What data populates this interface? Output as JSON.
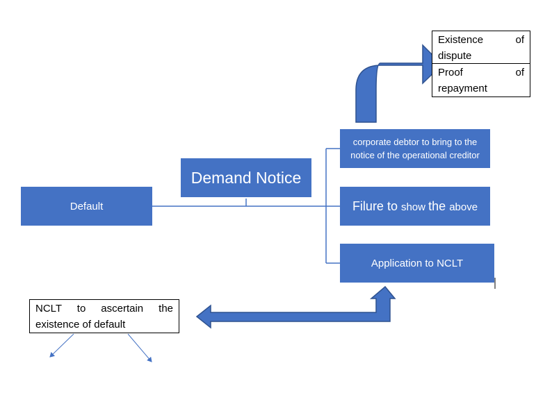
{
  "colors": {
    "fill": "#4472C4",
    "line": "#2F528F",
    "outline": "#000000"
  },
  "nodes": {
    "default": "Default",
    "demand_notice": "Demand Notice",
    "corporate_debtor": "corporate debtor to bring to the notice of the operational creditor",
    "failure": {
      "a": "Filure to ",
      "b": "show ",
      "c": "the ",
      "d": "above"
    },
    "application": "Application to NCLT",
    "existence_of_dispute": "Existence of dispute",
    "proof_of_repayment": "Proof of repayment",
    "nclt_ascertain": "NCLT to ascertain the existence of default"
  }
}
